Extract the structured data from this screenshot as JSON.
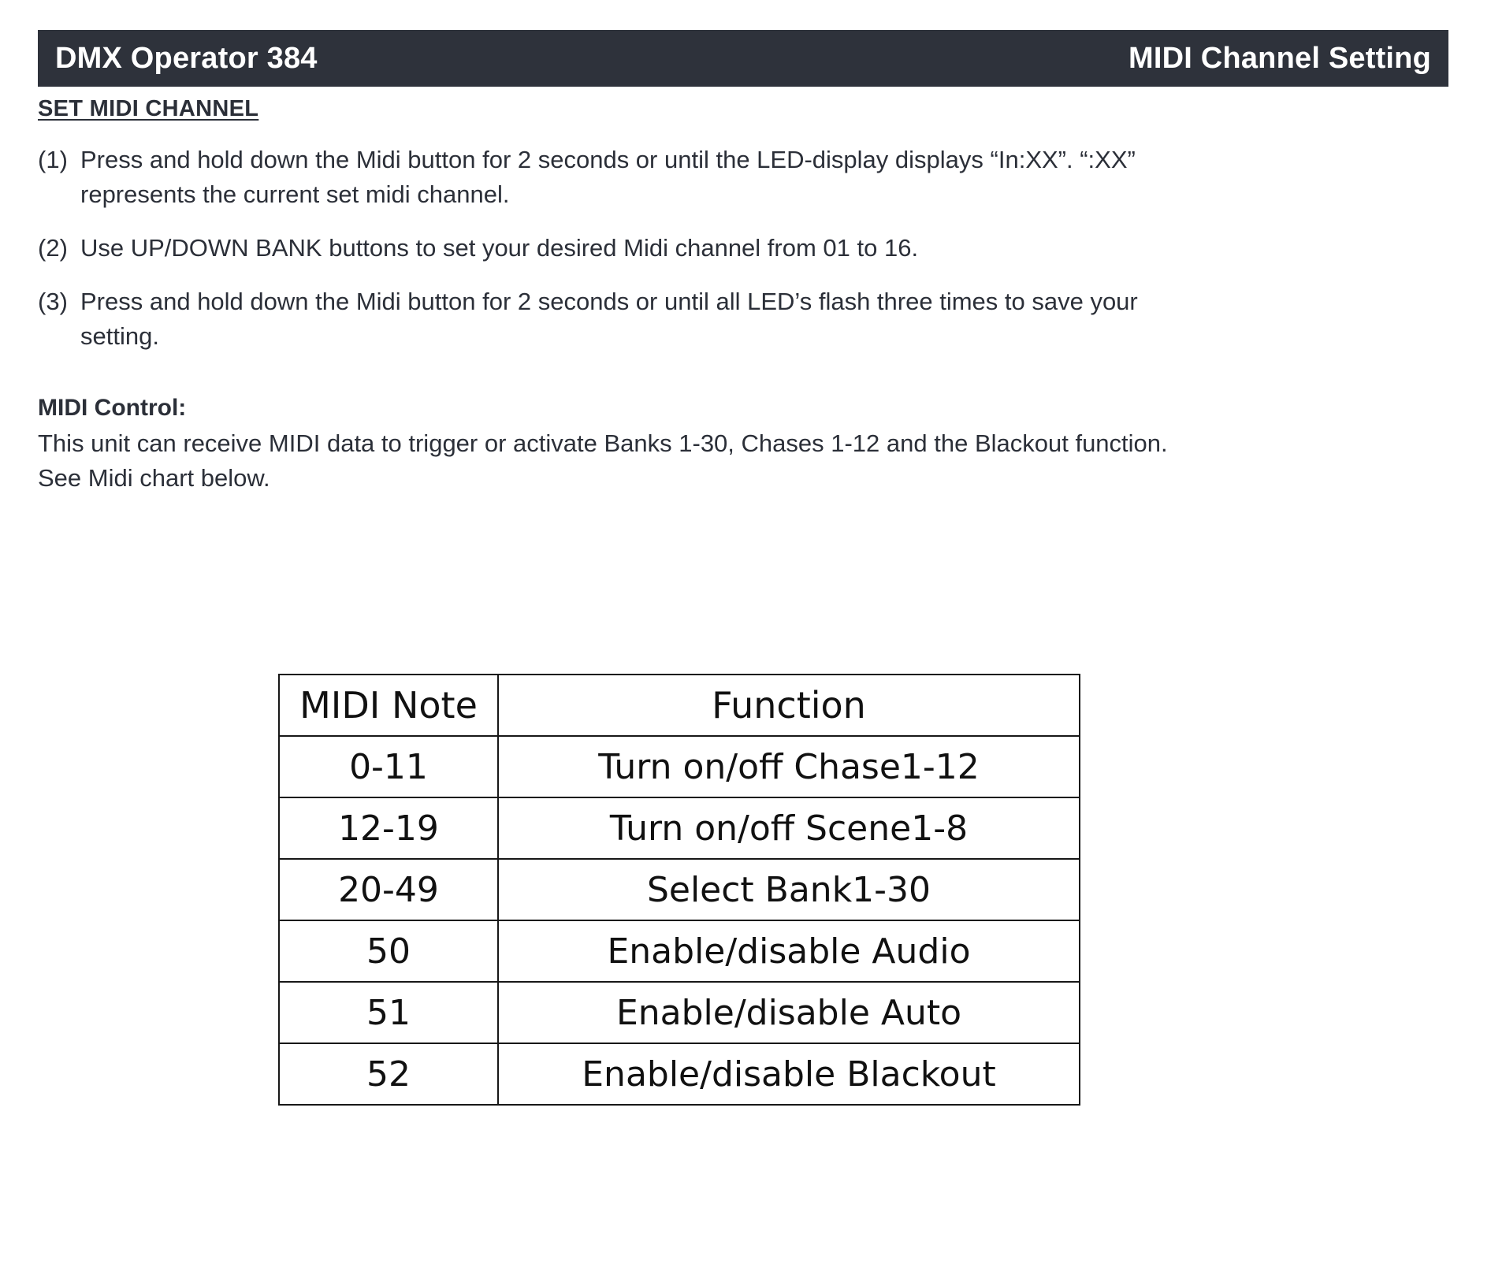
{
  "header": {
    "left_title": "DMX Operator 384",
    "right_title": "MIDI Channel Setting",
    "bar_color": "#2e323b",
    "text_color": "#ffffff"
  },
  "section": {
    "heading": "SET MIDI CHANNEL",
    "steps": [
      {
        "marker": "(1)",
        "text": "Press and hold down the Midi button for 2 seconds or until the LED-display displays “In:XX”. “:XX” represents the current set midi channel."
      },
      {
        "marker": "(2)",
        "text": "Use UP/DOWN BANK buttons to set your desired Midi channel from 01 to 16."
      },
      {
        "marker": "(3)",
        "text": "Press and hold down the Midi button for 2 seconds or until all LED’s flash three times to save your setting."
      }
    ]
  },
  "midi_control": {
    "heading": "MIDI Control:",
    "paragraph": "This unit can receive MIDI data to trigger or activate Banks 1-30, Chases 1-12 and the Blackout function. See Midi chart below."
  },
  "chart_data": {
    "type": "table",
    "title": "",
    "columns": [
      "MIDI Note",
      "Function"
    ],
    "rows": [
      [
        "0-11",
        "Turn on/off Chase1-12"
      ],
      [
        "12-19",
        "Turn on/off Scene1-8"
      ],
      [
        "20-49",
        "Select Bank1-30"
      ],
      [
        "50",
        "Enable/disable Audio"
      ],
      [
        "51",
        "Enable/disable Auto"
      ],
      [
        "52",
        "Enable/disable Blackout"
      ]
    ],
    "grid": true,
    "legend": "none"
  }
}
